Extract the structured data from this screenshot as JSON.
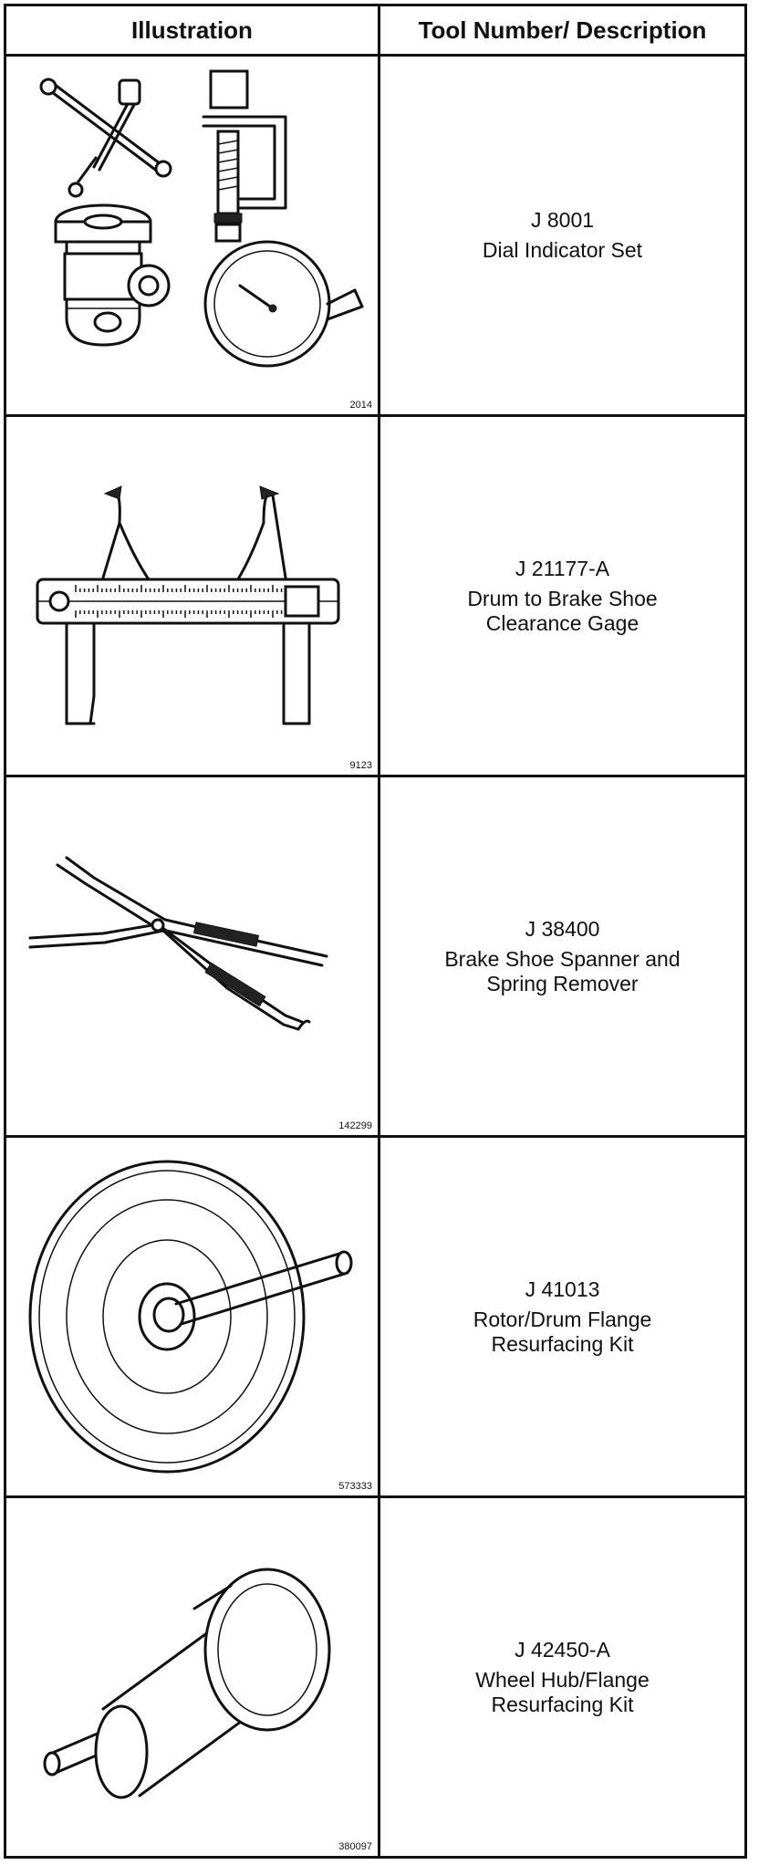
{
  "table": {
    "headers": {
      "illustration": "Illustration",
      "tool": "Tool Number/ Description"
    },
    "rows": [
      {
        "ref": "2014",
        "number": "J 8001",
        "description": "Dial Indicator Set",
        "icon": "dial-indicator-set-icon"
      },
      {
        "ref": "9123",
        "number": "J 21177-A",
        "description": "Drum to Brake Shoe\nClearance Gage",
        "icon": "clearance-gage-icon"
      },
      {
        "ref": "142299",
        "number": "J 38400",
        "description": "Brake Shoe Spanner and\nSpring Remover",
        "icon": "spanner-spring-remover-icon"
      },
      {
        "ref": "573333",
        "number": "J 41013",
        "description": "Rotor/Drum Flange\nResurfacing Kit",
        "icon": "rotor-drum-flange-kit-icon"
      },
      {
        "ref": "380097",
        "number": "J 42450-A",
        "description": "Wheel Hub/Flange\nResurfacing Kit",
        "icon": "wheel-hub-flange-kit-icon"
      }
    ]
  }
}
